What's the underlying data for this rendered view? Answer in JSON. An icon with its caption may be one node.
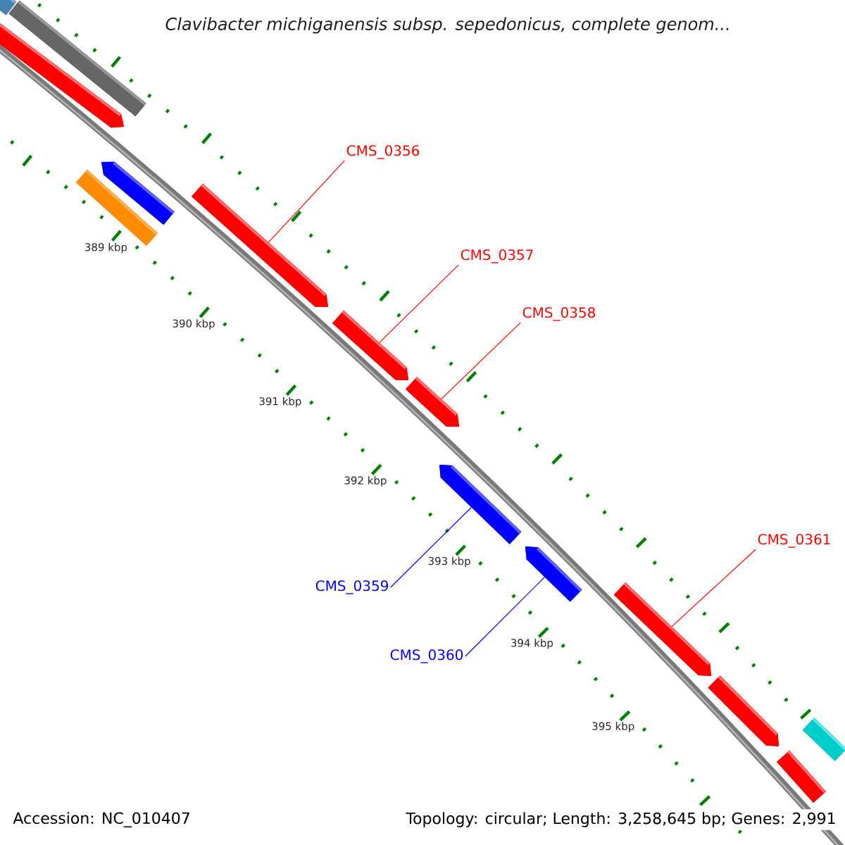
{
  "diagram": {
    "title": "Clavibacter michiganensis subsp. sepedonicus, complete genom...",
    "nodes": [
      {
        "text": [
          "CMS_0356"
        ]
      },
      {
        "text": [],
        "shape": "bar"
      },
      {
        "text": [
          "CMS_0357"
        ]
      },
      {
        "text": [],
        "shape": "bar"
      },
      {
        "text": [
          "CMS_0358"
        ]
      },
      {
        "text": [],
        "shape": "bar"
      },
      {
        "text": [
          "CMS_0361"
        ]
      },
      {
        "text": [],
        "shape": "bar"
      },
      {
        "text": [
          "CMS_0359"
        ]
      },
      {
        "text": [],
        "shape": "bar"
      },
      {
        "text": [
          "CMS_0360"
        ]
      },
      {
        "text": [],
        "shape": "bar"
      },
      {
        "text": [],
        "shape": "bar"
      },
      {
        "text": [],
        "shape": "bar"
      },
      {
        "text": [],
        "shape": "bar"
      },
      {
        "text": [],
        "shape": "bar"
      },
      {
        "text": [],
        "shape": "bar"
      },
      {
        "text": [],
        "shape": "bar"
      },
      {
        "text": [],
        "shape": "bar"
      },
      {
        "text": [],
        "shape": "bar"
      }
    ],
    "edges": [
      {
        "from": 0,
        "to": 1,
        "arrow": "none"
      },
      {
        "from": 2,
        "to": 3,
        "arrow": "none"
      },
      {
        "from": 4,
        "to": 5,
        "arrow": "none"
      },
      {
        "from": 6,
        "to": 7,
        "arrow": "none"
      },
      {
        "from": 8,
        "to": 9,
        "arrow": "none",
        "color": "#0000ff"
      },
      {
        "from": 10,
        "to": 11,
        "arrow": "none",
        "color": "#0000ff"
      }
    ],
    "labels": [
      "389 kbp",
      "390 kbp",
      "391 kbp",
      "392 kbp",
      "393 kbp",
      "394 kbp",
      "395 kbp",
      "Accession: NC_010407",
      "Topology: circular; Length: 3,258,645 bp; Genes: 2,991"
    ]
  }
}
